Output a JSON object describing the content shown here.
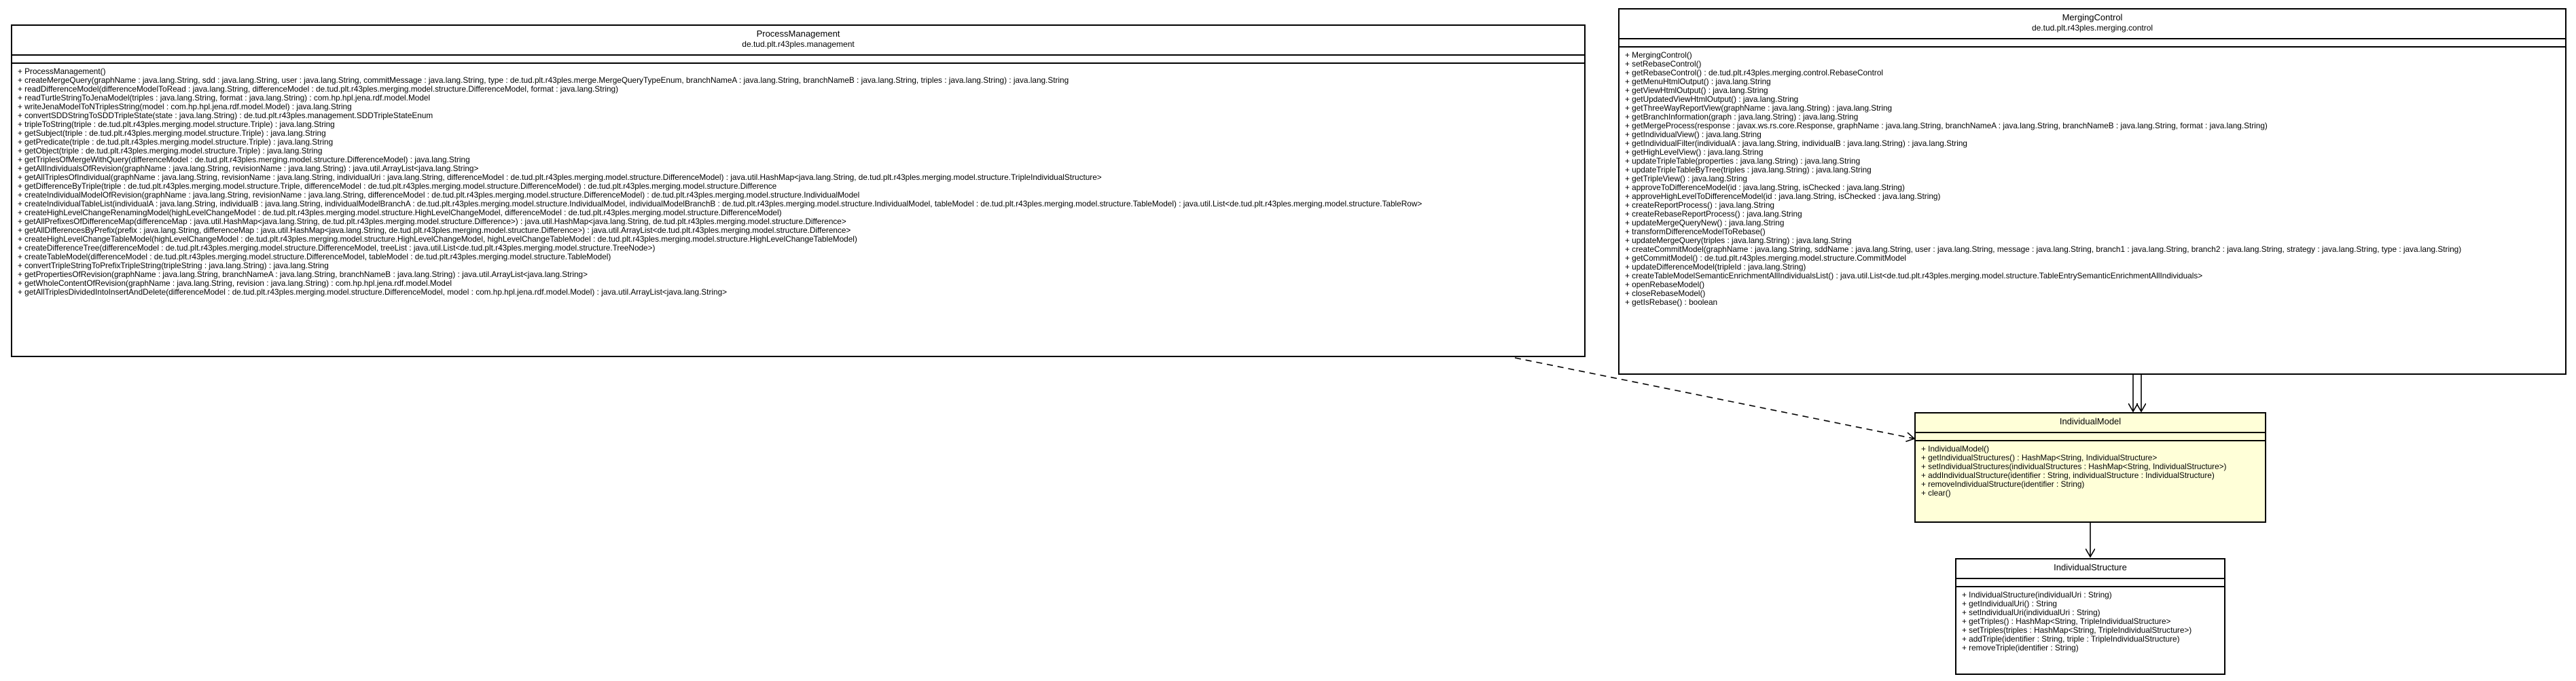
{
  "classes": {
    "process_management": {
      "name": "ProcessManagement",
      "package": "de.tud.plt.r43ples.management",
      "operations": [
        "+ ProcessManagement()",
        "+ createMergeQuery(graphName : java.lang.String, sdd : java.lang.String, user : java.lang.String, commitMessage : java.lang.String, type : de.tud.plt.r43ples.merge.MergeQueryTypeEnum, branchNameA : java.lang.String, branchNameB : java.lang.String, triples : java.lang.String) : java.lang.String",
        "+ readDifferenceModel(differenceModelToRead : java.lang.String, differenceModel : de.tud.plt.r43ples.merging.model.structure.DifferenceModel, format : java.lang.String)",
        "+ readTurtleStringToJenaModel(triples : java.lang.String, format : java.lang.String) : com.hp.hpl.jena.rdf.model.Model",
        "+ writeJenaModelToNTriplesString(model : com.hp.hpl.jena.rdf.model.Model) : java.lang.String",
        "+ convertSDDStringToSDDTripleState(state : java.lang.String) : de.tud.plt.r43ples.management.SDDTripleStateEnum",
        "+ tripleToString(triple : de.tud.plt.r43ples.merging.model.structure.Triple) : java.lang.String",
        "+ getSubject(triple : de.tud.plt.r43ples.merging.model.structure.Triple) : java.lang.String",
        "+ getPredicate(triple : de.tud.plt.r43ples.merging.model.structure.Triple) : java.lang.String",
        "+ getObject(triple : de.tud.plt.r43ples.merging.model.structure.Triple) : java.lang.String",
        "+ getTriplesOfMergeWithQuery(differenceModel : de.tud.plt.r43ples.merging.model.structure.DifferenceModel) : java.lang.String",
        "+ getAllIndividualsOfRevision(graphName : java.lang.String, revisionName : java.lang.String) : java.util.ArrayList<java.lang.String>",
        "+ getAllTriplesOfIndividual(graphName : java.lang.String, revisionName : java.lang.String, individualUri : java.lang.String, differenceModel : de.tud.plt.r43ples.merging.model.structure.DifferenceModel) : java.util.HashMap<java.lang.String, de.tud.plt.r43ples.merging.model.structure.TripleIndividualStructure>",
        "+ getDifferenceByTriple(triple : de.tud.plt.r43ples.merging.model.structure.Triple, differenceModel : de.tud.plt.r43ples.merging.model.structure.DifferenceModel) : de.tud.plt.r43ples.merging.model.structure.Difference",
        "+ createIndividualModelOfRevision(graphName : java.lang.String, revisionName : java.lang.String, differenceModel : de.tud.plt.r43ples.merging.model.structure.DifferenceModel) : de.tud.plt.r43ples.merging.model.structure.IndividualModel",
        "+ createIndividualTableList(individualA : java.lang.String, individualB : java.lang.String, individualModelBranchA : de.tud.plt.r43ples.merging.model.structure.IndividualModel, individualModelBranchB : de.tud.plt.r43ples.merging.model.structure.IndividualModel, tableModel : de.tud.plt.r43ples.merging.model.structure.TableModel) : java.util.List<de.tud.plt.r43ples.merging.model.structure.TableRow>",
        "+ createHighLevelChangeRenamingModel(highLevelChangeModel : de.tud.plt.r43ples.merging.model.structure.HighLevelChangeModel, differenceModel : de.tud.plt.r43ples.merging.model.structure.DifferenceModel)",
        "+ getAllPrefixesOfDifferenceMap(differenceMap : java.util.HashMap<java.lang.String, de.tud.plt.r43ples.merging.model.structure.Difference>) : java.util.HashMap<java.lang.String, de.tud.plt.r43ples.merging.model.structure.Difference>",
        "+ getAllDifferencesByPrefix(prefix : java.lang.String, differenceMap : java.util.HashMap<java.lang.String, de.tud.plt.r43ples.merging.model.structure.Difference>) : java.util.ArrayList<de.tud.plt.r43ples.merging.model.structure.Difference>",
        "+ createHighLevelChangeTableModel(highLevelChangeModel : de.tud.plt.r43ples.merging.model.structure.HighLevelChangeModel, highLevelChangeTableModel : de.tud.plt.r43ples.merging.model.structure.HighLevelChangeTableModel)",
        "+ createDifferenceTree(differenceModel : de.tud.plt.r43ples.merging.model.structure.DifferenceModel, treeList : java.util.List<de.tud.plt.r43ples.merging.model.structure.TreeNode>)",
        "+ createTableModel(differenceModel : de.tud.plt.r43ples.merging.model.structure.DifferenceModel, tableModel : de.tud.plt.r43ples.merging.model.structure.TableModel)",
        "+ convertTripleStringToPrefixTripleString(tripleString : java.lang.String) : java.lang.String",
        "+ getPropertiesOfRevision(graphName : java.lang.String, branchNameA : java.lang.String, branchNameB : java.lang.String) : java.util.ArrayList<java.lang.String>",
        "+ getWholeContentOfRevision(graphName : java.lang.String, revision : java.lang.String) : com.hp.hpl.jena.rdf.model.Model",
        "+ getAllTriplesDividedIntoInsertAndDelete(differenceModel : de.tud.plt.r43ples.merging.model.structure.DifferenceModel, model : com.hp.hpl.jena.rdf.model.Model) : java.util.ArrayList<java.lang.String>"
      ]
    },
    "merging_control": {
      "name": "MergingControl",
      "package": "de.tud.plt.r43ples.merging.control",
      "operations": [
        "+ MergingControl()",
        "+ setRebaseControl()",
        "+ getRebaseControl() : de.tud.plt.r43ples.merging.control.RebaseControl",
        "+ getMenuHtmlOutput() : java.lang.String",
        "+ getViewHtmlOutput() : java.lang.String",
        "+ getUpdatedViewHtmlOutput() : java.lang.String",
        "+ getThreeWayReportView(graphName : java.lang.String) : java.lang.String",
        "+ getBranchInformation(graph : java.lang.String) : java.lang.String",
        "+ getMergeProcess(response : javax.ws.rs.core.Response, graphName : java.lang.String, branchNameA : java.lang.String, branchNameB : java.lang.String, format : java.lang.String)",
        "+ getIndividualView() : java.lang.String",
        "+ getIndividualFilter(individualA : java.lang.String, individualB : java.lang.String) : java.lang.String",
        "+ getHighLevelView() : java.lang.String",
        "+ updateTripleTable(properties : java.lang.String) : java.lang.String",
        "+ updateTripleTableByTree(triples : java.lang.String) : java.lang.String",
        "+ getTripleView() : java.lang.String",
        "+ approveToDifferenceModel(id : java.lang.String, isChecked : java.lang.String)",
        "+ approveHighLevelToDifferenceModel(id : java.lang.String, isChecked : java.lang.String)",
        "+ createReportProcess() : java.lang.String",
        "+ createRebaseReportProcess() : java.lang.String",
        "+ updateMergeQueryNew() : java.lang.String",
        "+ transformDifferenceModelToRebase()",
        "+ updateMergeQuery(triples : java.lang.String) : java.lang.String",
        "+ createCommitModel(graphName : java.lang.String, sddName : java.lang.String, user : java.lang.String, message : java.lang.String, branch1 : java.lang.String, branch2 : java.lang.String, strategy : java.lang.String, type : java.lang.String)",
        "+ getCommitModel() : de.tud.plt.r43ples.merging.model.structure.CommitModel",
        "+ updateDifferenceModel(tripleId : java.lang.String)",
        "+ createTableModelSemanticEnrichmentAllIndividualsList() : java.util.List<de.tud.plt.r43ples.merging.model.structure.TableEntrySemanticEnrichmentAllIndividuals>",
        "+ openRebaseModel()",
        "+ closeRebaseModel()",
        "+ getIsRebase() : boolean"
      ]
    },
    "individual_model": {
      "name": "IndividualModel",
      "package": "",
      "operations": [
        "+ IndividualModel()",
        "+ getIndividualStructures() : HashMap<String, IndividualStructure>",
        "+ setIndividualStructures(individualStructures : HashMap<String, IndividualStructure>)",
        "+ addIndividualStructure(identifier : String, individualStructure : IndividualStructure)",
        "+ removeIndividualStructure(identifier : String)",
        "+ clear()"
      ]
    },
    "individual_structure": {
      "name": "IndividualStructure",
      "package": "",
      "operations": [
        "+ IndividualStructure(individualUri : String)",
        "+ getIndividualUri() : String",
        "+ setIndividualUri(individualUri : String)",
        "+ getTriples() : HashMap<String, TripleIndividualStructure>",
        "+ setTriples(triples : HashMap<String, TripleIndividualStructure>)",
        "+ addTriple(identifier : String, triple : TripleIndividualStructure)",
        "+ removeTriple(identifier : String)"
      ]
    }
  },
  "colors": {
    "highlight_fill": "#ffffd8",
    "border": "#000000",
    "background": "#ffffff"
  }
}
